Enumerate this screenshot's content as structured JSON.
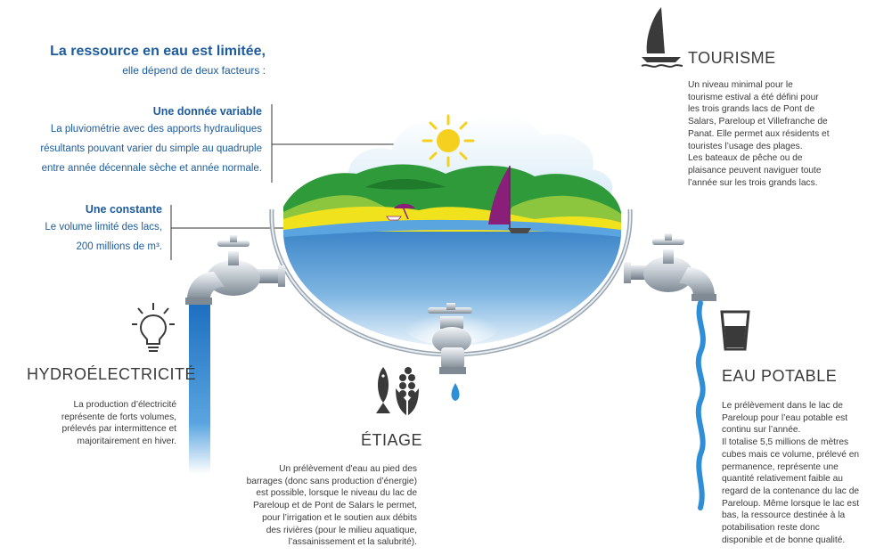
{
  "intro": {
    "title": "La ressource en eau est limitée,",
    "subtitle": "elle dépend de deux facteurs :"
  },
  "factors": [
    {
      "title": "Une donnée variable",
      "lines": [
        "La pluviométrie avec des apports hydrauliques",
        "résultants pouvant varier du simple au quadruple",
        "entre année décennale sèche et année normale."
      ]
    },
    {
      "title": "Une constante",
      "lines": [
        "Le volume limité des lacs,",
        "200 millions de m³."
      ]
    }
  ],
  "sections": {
    "tourisme": {
      "title": "TOURISME",
      "lines": [
        "Un niveau minimal pour le",
        "tourisme estival a été défini pour",
        "les trois grands lacs de Pont de",
        "Salars, Pareloup et Villefranche de",
        "Panat. Elle permet aux résidents et",
        "touristes l’usage des plages.",
        "Les bateaux de pêche ou de",
        "plaisance peuvent naviguer toute",
        "l’année sur les trois grands lacs."
      ]
    },
    "hydro": {
      "title": "HYDROÉLECTRICITÉ",
      "lines": [
        "La production d’électricité",
        "représente de forts volumes,",
        "prélevés par intermittence et",
        "majoritairement en hiver."
      ]
    },
    "etiage": {
      "title": "ÉTIAGE",
      "lines": [
        "Un prélèvement d'eau au pied des",
        "barrages (donc sans production d’énergie)",
        "est possible, lorsque le niveau du lac de",
        "Pareloup et de Pont de Salars le permet,",
        "pour l’irrigation et le soutien aux débits",
        "des rivières (pour le milieu aquatique,",
        "l’assainissement et la salubrité)."
      ]
    },
    "eau": {
      "title": "EAU POTABLE",
      "lines": [
        "Le prélèvement dans le lac de",
        "Pareloup pour l’eau potable est",
        "continu sur l’année.",
        "Il totalise 5,5 millions de mètres",
        "cubes mais ce volume, prélevé en",
        "permanence, représente une",
        "quantité relativement faible au",
        "regard de la contenance du lac de",
        "Pareloup. Même lorsque le lac est",
        "bas, la ressource destinée à la",
        "potabilisation reste donc",
        "disponible et de bonne qualité."
      ]
    }
  },
  "icons": {
    "tourisme": "sailboat-icon",
    "hydro": "lightbulb-icon",
    "etiage": "fish-corn-icon",
    "eau": "water-glass-icon"
  },
  "colors": {
    "accent": "#1d5b9c",
    "text": "#3a3a3a",
    "water": "#2f8fd6",
    "hill": "#2e9a3a",
    "sand": "#f1e21e",
    "sail": "#8a1f7a",
    "sun": "#f6d01e"
  }
}
